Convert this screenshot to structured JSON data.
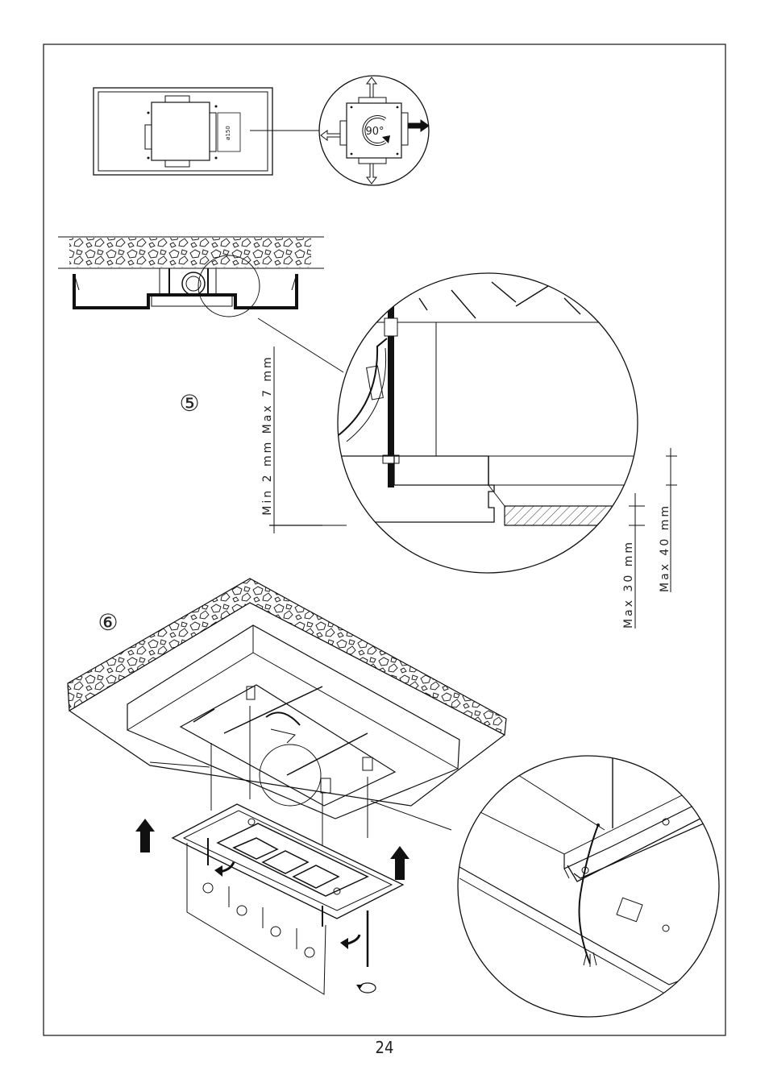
{
  "figure_5": {
    "step_label": "⑤",
    "duct_diameter_label": "ø150",
    "rotation_label": "90°",
    "dim_gap_label": "Min 2 mm Max 7 mm",
    "dim_panel_label": "Max 30 mm",
    "dim_ceiling_label": "Max 40 mm"
  },
  "figure_6": {
    "step_label": "⑥"
  },
  "footer": {
    "page_number": "24"
  }
}
